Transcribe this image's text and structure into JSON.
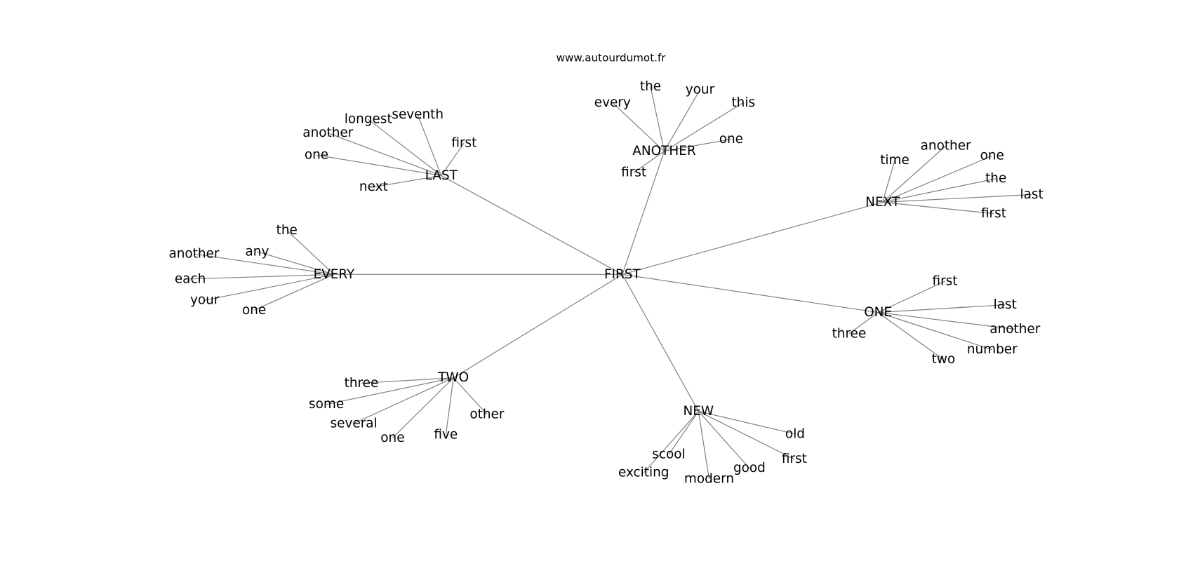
{
  "title": "www.autourdumot.fr",
  "center": "FIRST",
  "hubs": [
    {
      "label": "LAST",
      "children": [
        "another",
        "longest",
        "seventh",
        "first",
        "one",
        "next"
      ]
    },
    {
      "label": "ANOTHER",
      "children": [
        "every",
        "the",
        "your",
        "this",
        "one",
        "first"
      ]
    },
    {
      "label": "NEXT",
      "children": [
        "time",
        "another",
        "one",
        "the",
        "last",
        "first"
      ]
    },
    {
      "label": "ONE",
      "children": [
        "first",
        "last",
        "another",
        "number",
        "two",
        "three"
      ]
    },
    {
      "label": "NEW",
      "children": [
        "old",
        "first",
        "good",
        "modern",
        "scool",
        "exciting"
      ]
    },
    {
      "label": "TWO",
      "children": [
        "three",
        "some",
        "several",
        "one",
        "five",
        "other"
      ]
    },
    {
      "label": "EVERY",
      "children": [
        "the",
        "any",
        "another",
        "each",
        "your",
        "one"
      ]
    }
  ]
}
